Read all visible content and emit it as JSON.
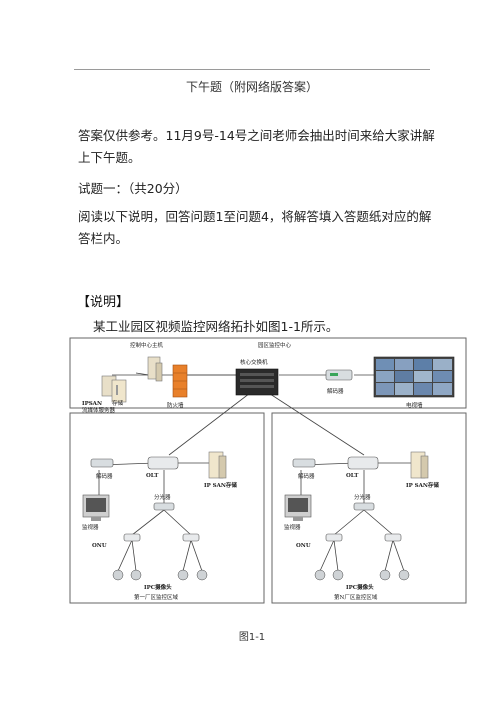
{
  "header": {
    "title": "下午题（附网络版答案）"
  },
  "intro": {
    "text": "答案仅供参考。11月9号-14号之间老师会抽出时间来给大家讲解上下午题。"
  },
  "question": {
    "heading": "试题一：（共20分）",
    "instructions": "阅读以下说明，回答问题1至问题4，将解答填入答题纸对应的解答栏内。",
    "section": "【说明】",
    "description": "某工业园区视频监控网络拓扑如图1-1所示。"
  },
  "diagram": {
    "labels": {
      "control_host": "控制中心主机",
      "park_center": "园区监控中心",
      "core_switch": "核心交换机",
      "ipsan": "IPSAN",
      "storage": "存储",
      "media_server": "流媒体服务器",
      "firewall": "防火墙",
      "decoder": "解码器",
      "tv_wall": "电视墙",
      "olt": "OLT",
      "ip_san_storage": "IP SAN存储",
      "splitter": "分光器",
      "monitor": "监视器",
      "onu": "ONU",
      "ipc_camera": "IPC摄像头",
      "area1": "第一厂区监控区域",
      "areaN": "第N厂区监控区域"
    }
  },
  "figure": {
    "caption": "图1-1"
  }
}
